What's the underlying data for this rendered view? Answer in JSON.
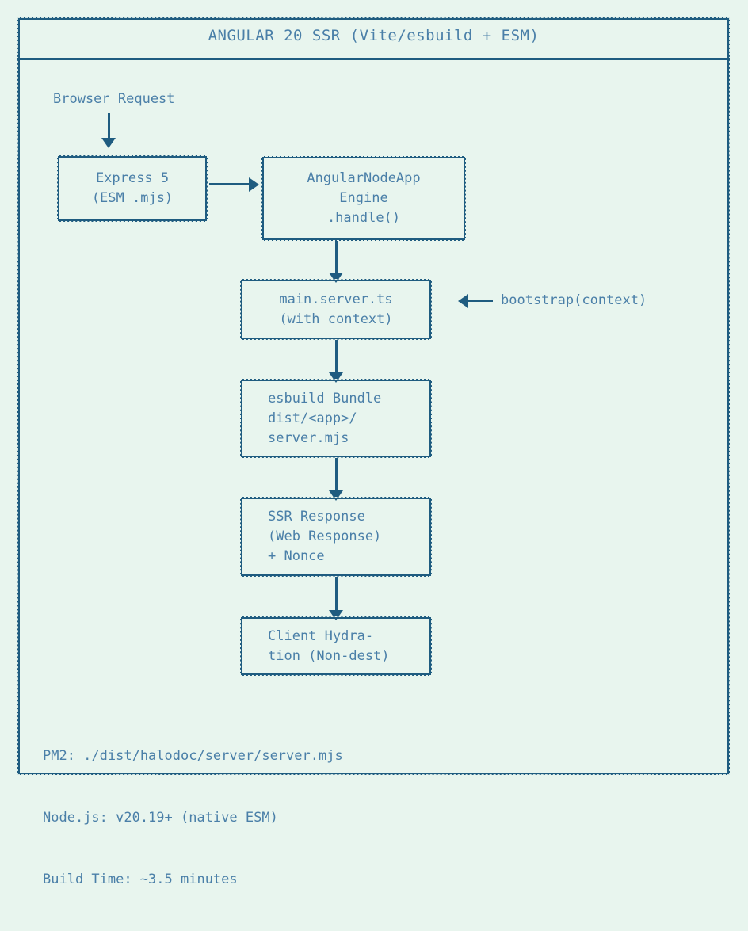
{
  "diagram": {
    "title": "ANGULAR 20 SSR (Vite/esbuild + ESM)",
    "entry_label": "Browser Request",
    "side_annotation": "bootstrap(context)",
    "colors": {
      "background": "#e8f5ee",
      "border": "#1f5c80",
      "text": "#4a7fa8"
    },
    "nodes": [
      {
        "id": "express",
        "lines": [
          "Express 5",
          "(ESM .mjs)"
        ],
        "align": "center"
      },
      {
        "id": "angular-node-app-engine",
        "lines": [
          "AngularNodeApp",
          "Engine",
          ".handle()"
        ],
        "align": "center"
      },
      {
        "id": "main-server-ts",
        "lines": [
          "main.server.ts",
          "(with context)"
        ],
        "align": "center"
      },
      {
        "id": "esbuild-bundle",
        "lines": [
          "esbuild Bundle",
          "dist/<app>/",
          "server.mjs"
        ],
        "align": "left"
      },
      {
        "id": "ssr-response",
        "lines": [
          "SSR Response",
          "(Web Response)",
          "+ Nonce"
        ],
        "align": "left"
      },
      {
        "id": "client-hydration",
        "lines": [
          "Client Hydra-",
          "tion (Non-dest)"
        ],
        "align": "left"
      }
    ],
    "footer": [
      "PM2: ./dist/halodoc/server/server.mjs",
      "Node.js: v20.19+ (native ESM)",
      "Build Time: ~3.5 minutes"
    ]
  }
}
